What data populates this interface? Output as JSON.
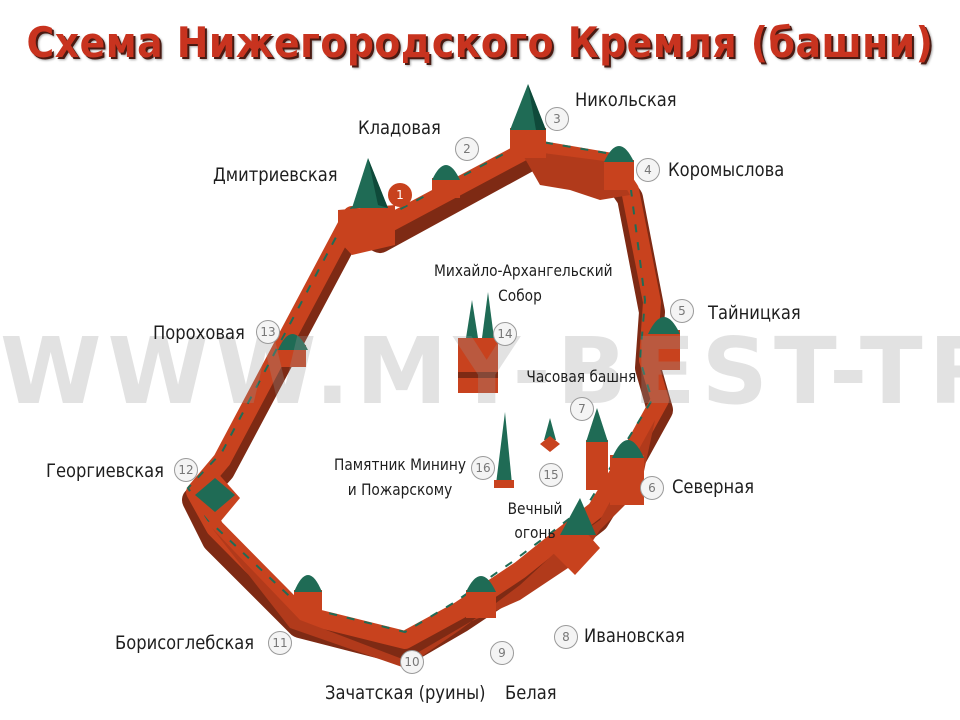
{
  "title": "Схема Нижегородского Кремля (башни)",
  "watermark": "WWW.MY-BEST-TRAVEL.RU",
  "colors": {
    "wall": "#c8421e",
    "wall_shadow": "#7e2a14",
    "tower_roof": "#1f6b55",
    "title": "#c8331f"
  },
  "towers": [
    {
      "number": "1",
      "name": "Дмитриевская"
    },
    {
      "number": "2",
      "name": "Кладовая"
    },
    {
      "number": "3",
      "name": "Никольская"
    },
    {
      "number": "4",
      "name": "Коромыслова"
    },
    {
      "number": "5",
      "name": "Тайницкая"
    },
    {
      "number": "6",
      "name": "Северная"
    },
    {
      "number": "7",
      "name": "Часовая башня"
    },
    {
      "number": "8",
      "name": "Ивановская"
    },
    {
      "number": "9",
      "name": "Белая"
    },
    {
      "number": "10",
      "name": "Зачатская (руины)"
    },
    {
      "number": "11",
      "name": "Борисоглебская"
    },
    {
      "number": "12",
      "name": "Георгиевская"
    },
    {
      "number": "13",
      "name": "Пороховая"
    }
  ],
  "landmarks": [
    {
      "number": "14",
      "name_line1": "Михайло-Архангельский",
      "name_line2": "Собор"
    },
    {
      "number": "15",
      "name_line1": "Вечный",
      "name_line2": "огонь"
    },
    {
      "number": "16",
      "name_line1": "Памятник Минину",
      "name_line2": "и Пожарскому"
    }
  ]
}
